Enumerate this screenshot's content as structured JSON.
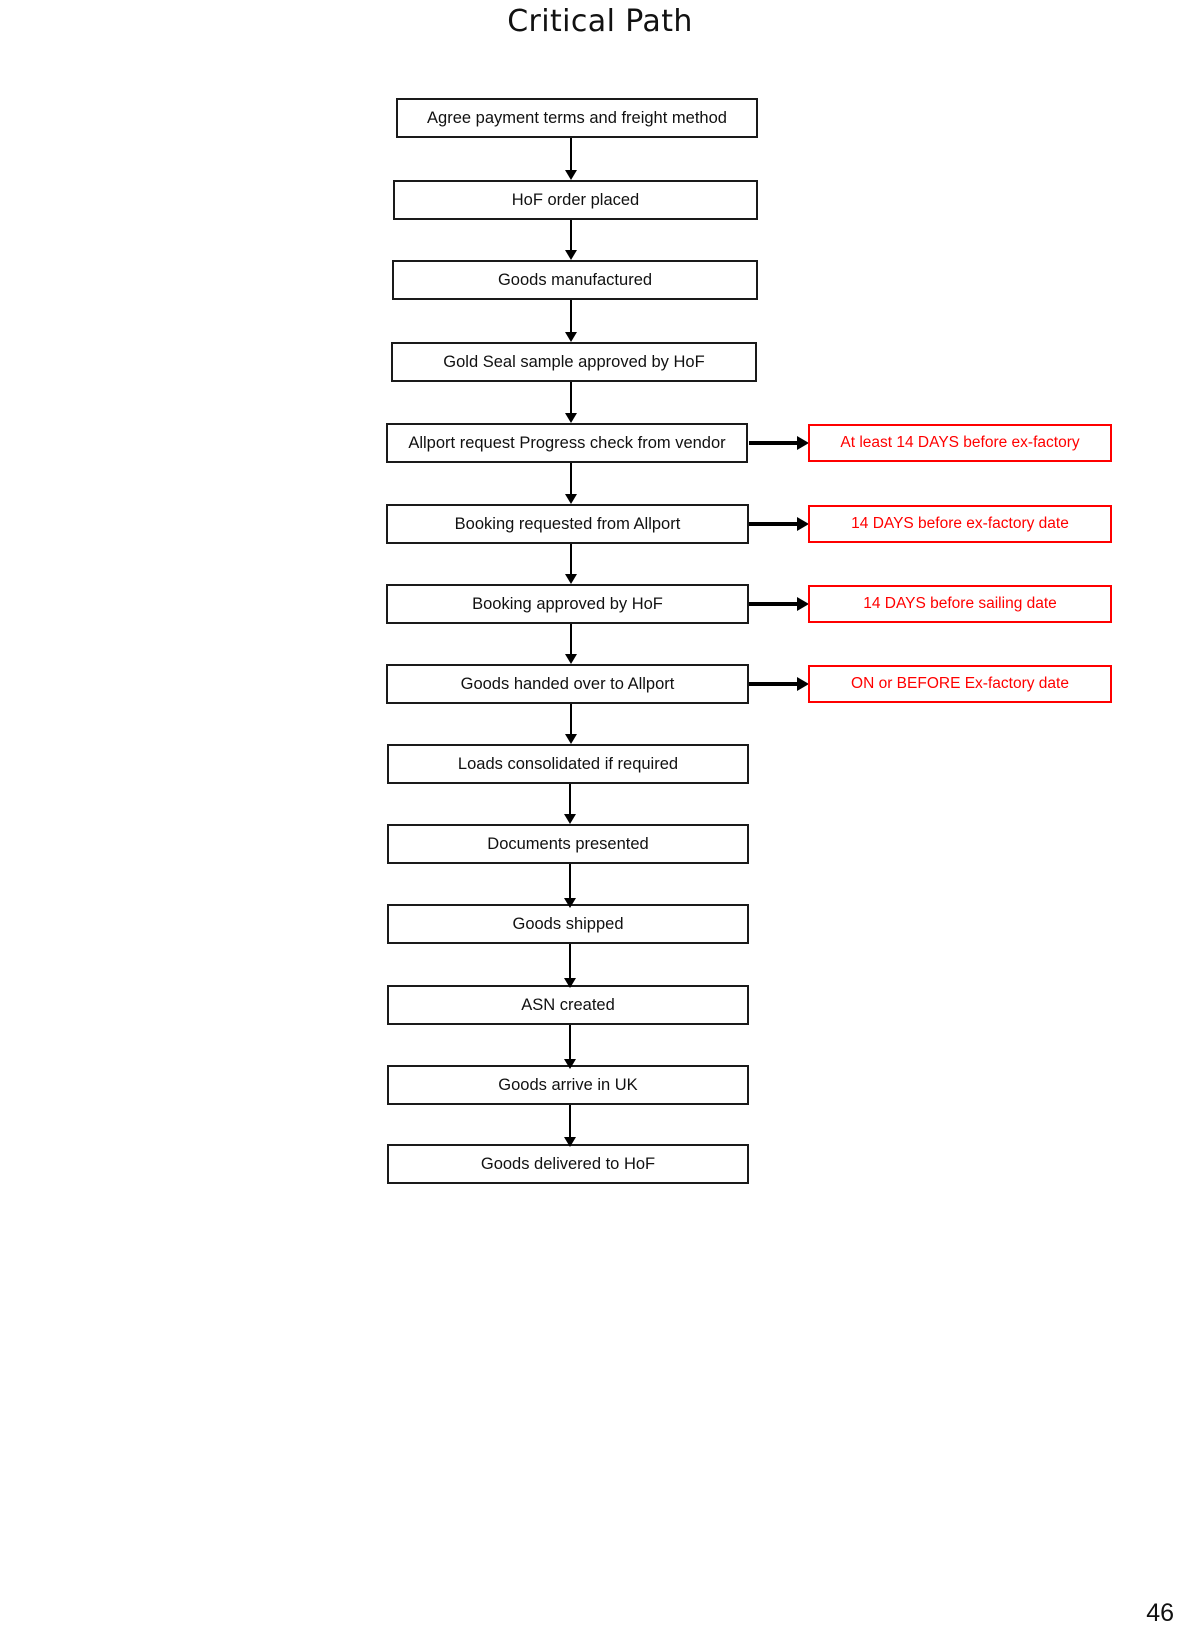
{
  "document": {
    "title": "Critical Path",
    "page_number": "46"
  },
  "colors": {
    "box_border": "#1a1a1a",
    "note_border": "#ff0000",
    "note_text": "#ff0000",
    "connector": "#000000",
    "background": "#ffffff"
  },
  "flowchart": {
    "type": "flowchart",
    "orientation": "vertical",
    "steps": [
      {
        "id": "step-1",
        "label": "Agree payment terms and freight method"
      },
      {
        "id": "step-2",
        "label": "HoF order placed"
      },
      {
        "id": "step-3",
        "label": "Goods manufactured"
      },
      {
        "id": "step-4",
        "label": "Gold Seal sample approved by HoF"
      },
      {
        "id": "step-5",
        "label": "Allport request Progress check from vendor"
      },
      {
        "id": "step-6",
        "label": "Booking requested from Allport"
      },
      {
        "id": "step-7",
        "label": "Booking approved by HoF"
      },
      {
        "id": "step-8",
        "label": "Goods handed over to Allport"
      },
      {
        "id": "step-9",
        "label": "Loads consolidated if required"
      },
      {
        "id": "step-10",
        "label": "Documents presented"
      },
      {
        "id": "step-11",
        "label": "Goods shipped"
      },
      {
        "id": "step-12",
        "label": "ASN created"
      },
      {
        "id": "step-13",
        "label": "Goods arrive in UK"
      },
      {
        "id": "step-14",
        "label": "Goods delivered to HoF"
      }
    ],
    "notes": [
      {
        "id": "note-1",
        "attached_to": "step-5",
        "label": "At least 14 DAYS before ex-factory"
      },
      {
        "id": "note-2",
        "attached_to": "step-6",
        "label": "14 DAYS before ex-factory date"
      },
      {
        "id": "note-3",
        "attached_to": "step-7",
        "label": "14 DAYS before sailing date"
      },
      {
        "id": "note-4",
        "attached_to": "step-8",
        "label": "ON or BEFORE Ex-factory date"
      }
    ]
  }
}
